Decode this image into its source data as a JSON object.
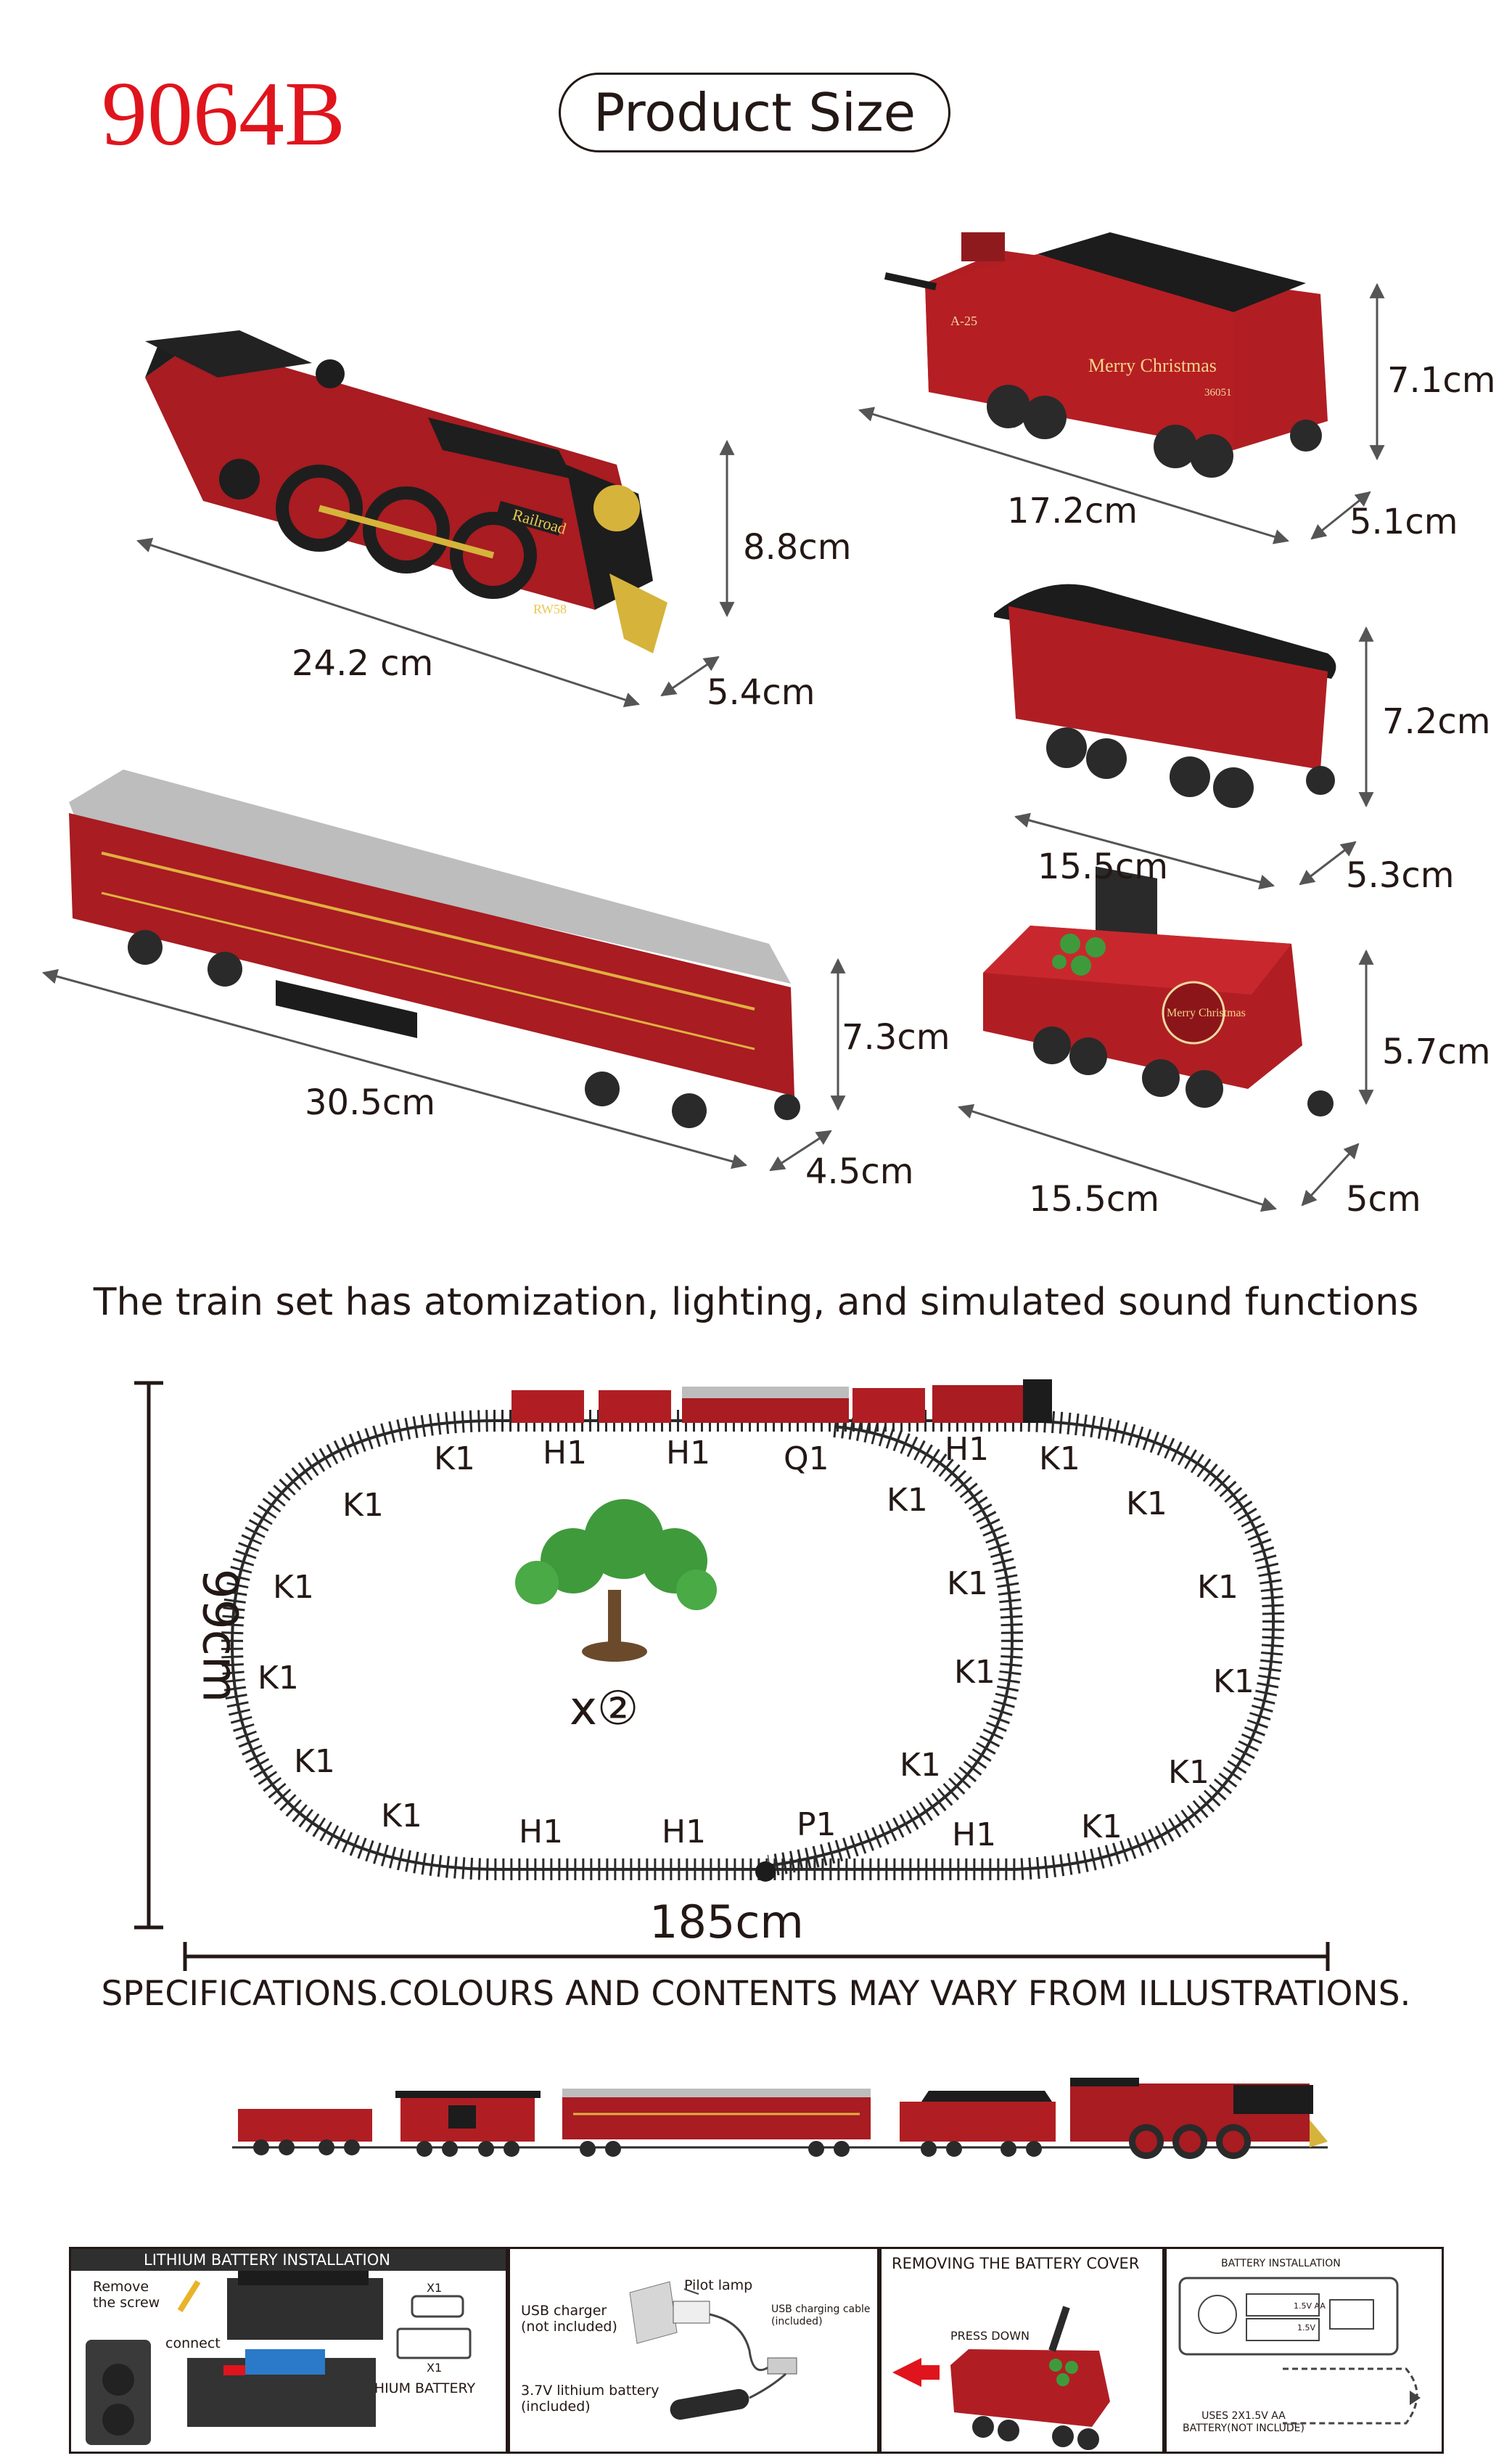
{
  "header": {
    "model_code": "9064B",
    "title": "Product Size"
  },
  "items": [
    {
      "id": "locomotive",
      "length": "24.2 cm",
      "height": "8.8cm",
      "width": "5.4cm"
    },
    {
      "id": "tender",
      "length": "17.2cm",
      "height": "7.1cm",
      "width": "5.1cm"
    },
    {
      "id": "caboose",
      "length": "15.5cm",
      "height": "7.2cm",
      "width": "5.3cm"
    },
    {
      "id": "passenger-car",
      "length": "30.5cm",
      "height": "7.3cm",
      "width": "4.5cm"
    },
    {
      "id": "battery-car",
      "length": "15.5cm",
      "height": "5.7cm",
      "width": "5cm"
    }
  ],
  "tender_text": {
    "code": "A-25",
    "brand": "Merry Christmas",
    "number": "36051"
  },
  "locomotive_text": {
    "badge": "Railroad",
    "number": "RW58"
  },
  "battery_car_text": {
    "badge": "Merry Christmas"
  },
  "functions_text": "The train set has atomization, lighting, and simulated sound functions",
  "track": {
    "height": "99cm",
    "width": "185cm",
    "tree_count": "x②",
    "top_labels": [
      "K1",
      "H1",
      "H1",
      "Q1",
      "H1",
      "K1"
    ],
    "left_labels": [
      "K1",
      "K1",
      "K1",
      "K1",
      "K1"
    ],
    "bottom_labels": [
      "H1",
      "H1",
      "P1",
      "H1",
      "K1"
    ],
    "inner_labels": [
      "K1",
      "K1",
      "K1",
      "K1"
    ],
    "right_labels": [
      "K1",
      "K1",
      "K1",
      "K1"
    ]
  },
  "disclaimer": "SPECIFICATIONS.COLOURS AND CONTENTS MAY VARY FROM ILLUSTRATIONS.",
  "instructions": {
    "lithium": {
      "title": "LITHIUM BATTERY INSTALLATION",
      "remove_screw": "Remove\nthe screw",
      "connect": "connect",
      "x1_a": "X1",
      "x1_b": "X1",
      "lithium_battery": "LITHIUM BATTERY"
    },
    "usb": {
      "usb_charger": "USB charger\n(not included)",
      "pilot_lamp": "Pilot lamp",
      "usb_cable": "USB charging cable\n(included)",
      "battery_37": "3.7V lithium battery\n(included)"
    },
    "cover": {
      "title": "REMOVING THE BATTERY COVER",
      "press_down": "PRESS DOWN"
    },
    "battery": {
      "title": "BATTERY INSTALLATION",
      "cell": "1.5V AA",
      "cell_short": "1.5V",
      "uses": "USES 2X1.5V AA\nBATTERY(NOT INCLUDE)"
    }
  },
  "colors": {
    "model_red": "#e0141c",
    "train_red": "#b01e23",
    "track_dark": "#2a2a2a",
    "roof_grey": "#b9b9b9",
    "tree_green": "#3f9a3c"
  }
}
